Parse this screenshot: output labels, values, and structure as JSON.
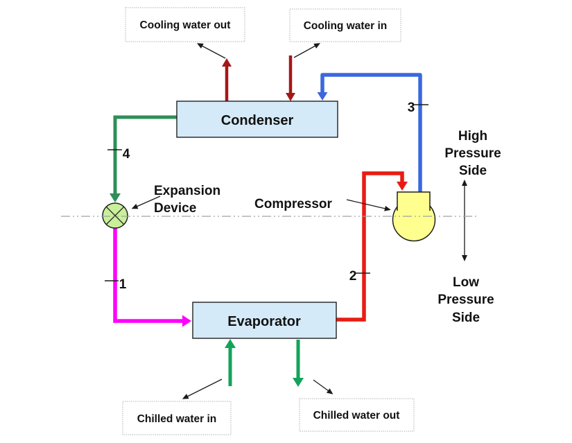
{
  "components": {
    "condenser": {
      "label": "Condenser"
    },
    "evaporator": {
      "label": "Evaporator"
    },
    "compressor": {
      "label": "Compressor"
    },
    "expansion_device": {
      "line1": "Expansion",
      "line2": "Device"
    }
  },
  "water_flows": {
    "cooling_water_out": "Cooling water out",
    "cooling_water_in": "Cooling water in",
    "chilled_water_in": "Chilled water in",
    "chilled_water_out": "Chilled water out"
  },
  "state_points": {
    "point_1": "1",
    "point_2": "2",
    "point_3": "3",
    "point_4": "4"
  },
  "pressure_labels": {
    "high": [
      "High",
      "Pressure",
      "Side"
    ],
    "low": [
      "Low",
      "Pressure",
      "Side"
    ]
  },
  "colors": {
    "component_fill": "#d5eaf8",
    "component_border": "#1f1f1f",
    "compressor_fill": "#feff8e",
    "expansion_fill": "#c9ef9b",
    "pipe_discharge_blue": "#3b68de",
    "pipe_suction_red": "#e81c13",
    "pipe_liquid_green": "#2e8f57",
    "pipe_expansion_magenta": "#ff00ff",
    "cooling_water_dark_red": "#a51717",
    "chilled_water_green": "#12a35a",
    "centerline_gray": "#a0a0a0",
    "annotation_black": "#1a1a1a"
  }
}
